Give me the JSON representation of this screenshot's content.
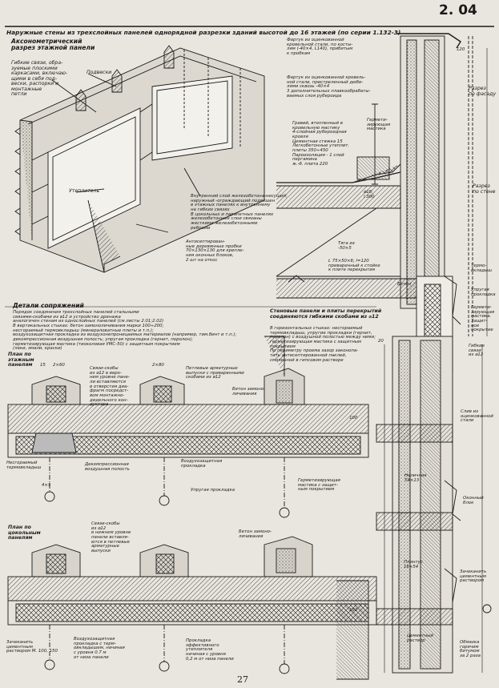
{
  "sheet_code": "2. 04",
  "page_number": "27",
  "title": "Наружные стены из трехслойных панелей однорядной разрезки зданий высотой до 16 этажей (по серии 1.132-3)",
  "axonometry": {
    "header": "Аксонометрический\nразрез этажной панели",
    "label_ties": "Гибкие связи, обра-\nзуемые плоскими\nкаркасами, включаю-\nщими в себя под-\nвески, распорки и\nмонтажные\nпетли",
    "label_hangers": "Подвески",
    "label_insulation": "Утеплитель",
    "label_inner_layer": "Внутренний слой железобетона-несущий;\nнаружный -ограждающий подвешен\nв этажных панелях к внутреннему\nна гибких связях\nВ цокольных и парапетных панелях\nжелезобетонные слои связаны\nжесткими железобетонными\nребрами",
    "label_plugs": "Антисептирован-\nные деревянные пробки\n70×130×130 для крепле-\nния оконных блоков,\n2 шт на откос"
  },
  "roof": {
    "apron_upper": "Фартук из оцинкованной\nкровельной стали, по косты-\nлям (-40×4, L140), прибитым\nк пробкам",
    "apron_lower": "Фартук из оцинкованной кровель-\nной стали, пристреленный дюбе-\nлями сквозь -40×4\n3 дополнительных плавкообрабаты-\nваемых слоя рубероида",
    "gravel": "Гравий, втопленный в\nкровельную мастику\n4-слойная рубероидная\nкровля\nЦементная стяжка 15\nЛегкобетонные утеплит.\n  плиты       350÷450\nПароизоляция - 1 слой\nпергамина\nж.-б. плита        220",
    "sealing_mastic": "Гермети-\nзирующая\nмастика",
    "cut_label": "Разрез\nпо фасаду",
    "cut_label2": "Разрез\nпо стене",
    "rod": "⌀18;\nl 300",
    "tie": "Тяга из\n-50×5",
    "angle": "L 75×50×6; l=120\nприваренный к стойке\nк плите перекрытия",
    "concrete": "Бетон"
  },
  "details": {
    "header": "Детали сопряжений",
    "intro": "Порядок соединения трехслойных панелей стальными\nсвязями-скобами из ⌀12 и устройство дренажа\nаналогичен стенам из однослойных панелей (см.листы 2.01;2.02)\nВ вертикальных стыках: бетон замоноличивания марки 100÷200;\nнесгораемый термовкладыш (минераловатные плиты и т.п.);\nвоздухозащитная прокладка из воздухонепроницаемых материалов (например, тим.бинт и т.п.);\nдекомпрессионная воздушная полость; упругая прокладка (гернит, поролон);\nгерметизирующая мастика (тиоколовая УМС-50) с защитным покрытием\n(лаки, эмали, краски)",
    "walls_header": "Стеновые панели и плиты перекрытий\nсоединяются гибкими скобами из ⌀12",
    "walls_text": "В горизонтальных стыках: несгораемый\nтермовкладыш, упругие прокладки (гернит,\nпоролон) с воздушной полостью между ними;\nгерметизирующая мастика с защитным\nпокрытием\nПо периметру проема зазор законопа-\nтить антисептированной паклей,\nсмоченной в гипсовом растворе",
    "plan_storey": "План по\nэтажным\nпанелям",
    "plan_plinth": "План по\nцокольным\nпанелям",
    "label_tie_brackets": "Связи-скобы\nиз ⌀12 в верх-\nнем уровне пане-\nли вставляются\nв отверстия диа-\nфрагм посредст-\nвом монтажно-\nдидельного кон-\nдуктора",
    "label_loops": "Петлевые арматурные\nвыпуски с приваренными\nскобами из ⌀12",
    "label_monolith": "Бетон замоно-\nличивания",
    "label_noncomb_insert": "Несгораемый\nтермовкладыш",
    "label_decomp": "Декомпрессионная\nвоздушная полость",
    "label_airproof": "Воздухозащитная\nпрокладка",
    "label_elastic": "Упругая прокладка",
    "label_mastic": "Герметизирующая\nмастика с защит-\nным покрытием",
    "label_ties2": "Связи-скобы\nиз ⌀12\nв нижнем уровне\nпанели вставля-\nются в петлевые\nарматурные\nвыпуски",
    "label_monolith2": "Бетон замоно-\nличивания",
    "label_cement": "Зачеканить\nцементным\nраствором М. 100, 150",
    "label_airproof2": "Воздухозащитная\nпрокладка с терм-\nовкладышем, начиная\nс уровня 0.7 м\nот низа панели",
    "label_gasket": "Прокладка\nэффективного\nутеплителя\nначиная с уровня\n0,2 м от низа панели",
    "label_trim": "Наличник\n54×13",
    "label_plinth": "Плинтус\n16×54",
    "label_cement2": "Зачеканить\nцементным\nраствором",
    "label_mortar": "Цементный\nраствор",
    "label_paint": "Обмазка\nгорячим\nбитумом\nза 2 раза",
    "label_flex_tie": "Гибкие\nсвязи\nиз ⌀12",
    "label_drip": "Слив из\nоцинкованной\nстали",
    "label_window": "Оконный\nблок",
    "label_elastic2": "Упругая\nпрокладка",
    "label_mastic2": "Гермети-\nзирующая\nмастика.\nЗащит-\nное\nпокрытие",
    "label_thermal": "Термо-\nвкладыш"
  },
  "dims": {
    "d15": "15",
    "d2x60": "2×60",
    "d2x80": "2×80",
    "d4x5": "4×5",
    "d100": "100",
    "d150": "150",
    "d120": "120",
    "d20": "20"
  }
}
